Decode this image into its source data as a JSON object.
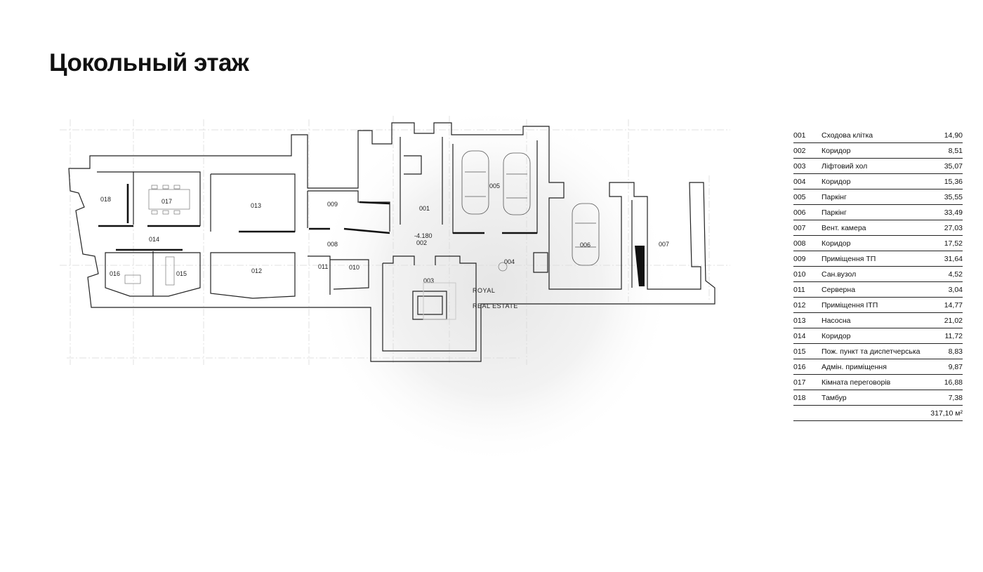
{
  "title": "Цокольный этаж",
  "watermark": {
    "line1": "ROYAL",
    "line2": "REAL ESTATE"
  },
  "plan": {
    "elevation": "-4.180",
    "rooms": [
      {
        "code": "001"
      },
      {
        "code": "002"
      },
      {
        "code": "003"
      },
      {
        "code": "004"
      },
      {
        "code": "005"
      },
      {
        "code": "006"
      },
      {
        "code": "007"
      },
      {
        "code": "008"
      },
      {
        "code": "009"
      },
      {
        "code": "010"
      },
      {
        "code": "011"
      },
      {
        "code": "012"
      },
      {
        "code": "013"
      },
      {
        "code": "014"
      },
      {
        "code": "015"
      },
      {
        "code": "016"
      },
      {
        "code": "017"
      },
      {
        "code": "018"
      }
    ]
  },
  "legend": {
    "rows": [
      {
        "code": "001",
        "name": "Сходова клітка",
        "area": "14,90"
      },
      {
        "code": "002",
        "name": "Коридор",
        "area": "8,51"
      },
      {
        "code": "003",
        "name": "Ліфтовий хол",
        "area": "35,07"
      },
      {
        "code": "004",
        "name": "Коридор",
        "area": "15,36"
      },
      {
        "code": "005",
        "name": "Паркінг",
        "area": "35,55"
      },
      {
        "code": "006",
        "name": "Паркінг",
        "area": "33,49"
      },
      {
        "code": "007",
        "name": "Вент. камера",
        "area": "27,03"
      },
      {
        "code": "008",
        "name": "Коридор",
        "area": "17,52"
      },
      {
        "code": "009",
        "name": "Приміщення ТП",
        "area": "31,64"
      },
      {
        "code": "010",
        "name": "Сан.вузол",
        "area": "4,52"
      },
      {
        "code": "011",
        "name": "Серверна",
        "area": "3,04"
      },
      {
        "code": "012",
        "name": "Приміщення ІТП",
        "area": "14,77"
      },
      {
        "code": "013",
        "name": "Насосна",
        "area": "21,02"
      },
      {
        "code": "014",
        "name": "Коридор",
        "area": "11,72"
      },
      {
        "code": "015",
        "name": "Пож. пункт та диспетчерська",
        "area": "8,83"
      },
      {
        "code": "016",
        "name": "Адмін. приміщення",
        "area": "9,87"
      },
      {
        "code": "017",
        "name": "Кімната переговорів",
        "area": "16,88"
      },
      {
        "code": "018",
        "name": "Тамбур",
        "area": "7,38"
      }
    ],
    "total": "317,10 м²"
  },
  "colors": {
    "wall": "#222222",
    "grid": "#d9d9d9",
    "watermark": "#bdbdbd"
  }
}
